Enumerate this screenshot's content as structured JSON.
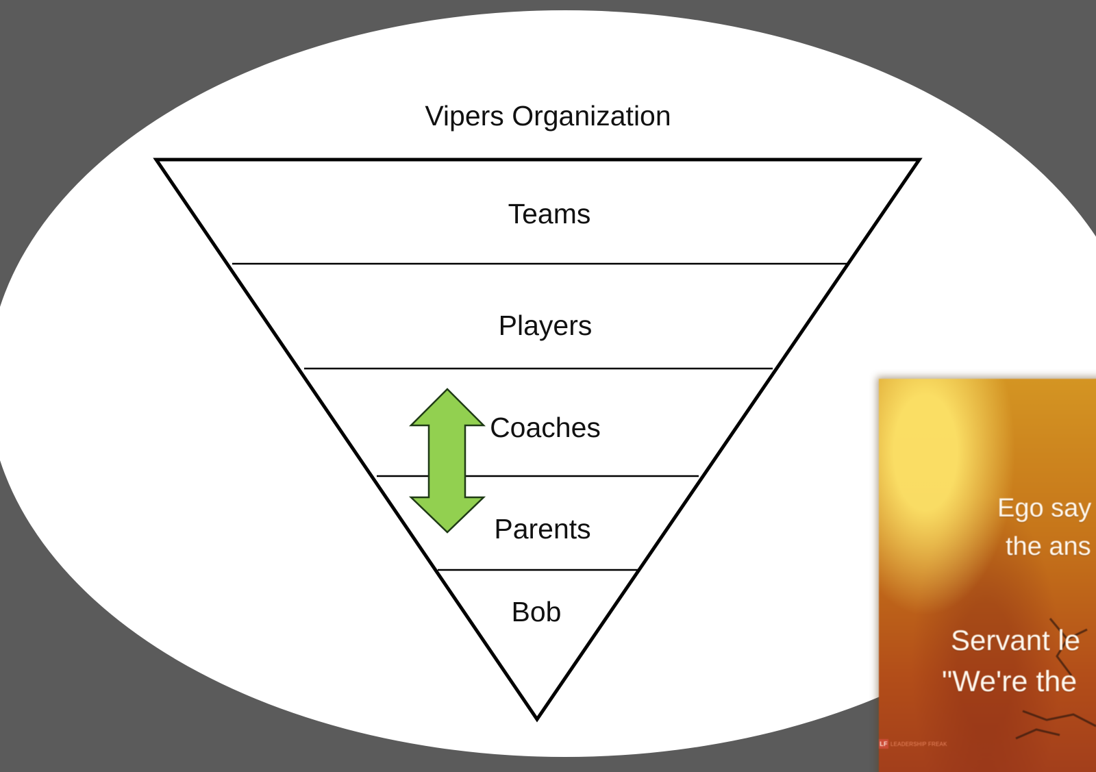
{
  "diagram": {
    "top_label": "Vipers Organization",
    "levels": [
      "Teams",
      "Players",
      "Coaches",
      "Parents",
      "Bob"
    ]
  },
  "quote_card": {
    "lines": [
      "Ego say",
      "the ans",
      "Servant le",
      "\"We're the"
    ],
    "brand": "LEADERSHIP FREAK",
    "brand_mark": "LF"
  },
  "colors": {
    "background": "#5b5b5b",
    "oval": "#ffffff",
    "arrow_fill": "#92d050",
    "arrow_stroke": "#1f3a16",
    "triangle_stroke": "#000000"
  },
  "icons": {
    "arrow": "double-headed-arrow-icon"
  }
}
